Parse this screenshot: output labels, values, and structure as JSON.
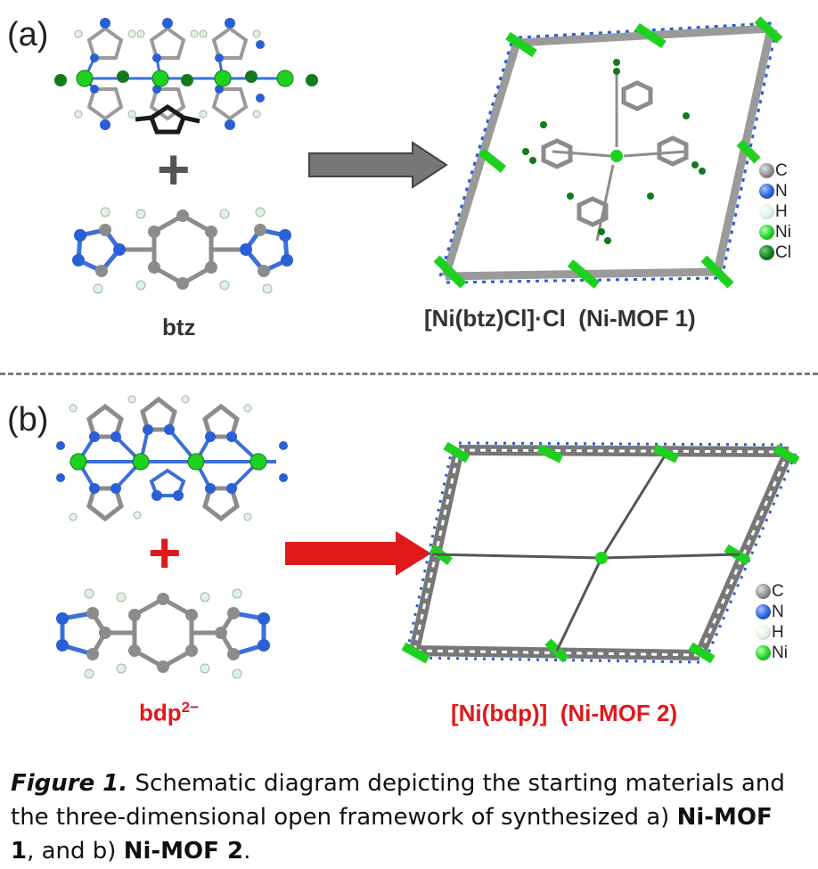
{
  "panel_a": {
    "label": "(a)",
    "plus": "+",
    "ligand": "btz",
    "product_formula": "[Ni(btz)Cl]·Cl",
    "product_name": "(Ni-MOF 1)",
    "arrow_color": "#777777",
    "legend": [
      {
        "symbol": "C",
        "color": "#8c8c8c"
      },
      {
        "symbol": "N",
        "color": "#2a5fd6"
      },
      {
        "symbol": "H",
        "color": "#dff2e3"
      },
      {
        "symbol": "Ni",
        "color": "#1fd11f"
      },
      {
        "symbol": "Cl",
        "color": "#137a1c"
      }
    ]
  },
  "panel_b": {
    "label": "(b)",
    "plus": "+",
    "ligand_base": "bdp",
    "ligand_charge": "2−",
    "product_formula": "[Ni(bdp)]",
    "product_name": "(Ni-MOF 2)",
    "accent_color": "#e0191b",
    "legend": [
      {
        "symbol": "C",
        "color": "#8c8c8c"
      },
      {
        "symbol": "N",
        "color": "#2a5fd6"
      },
      {
        "symbol": "H",
        "color": "#dff2e3"
      },
      {
        "symbol": "Ni",
        "color": "#1fd11f"
      }
    ]
  },
  "caption": {
    "figure_label": "Figure 1.",
    "text_1": " Schematic diagram depicting the starting materials and the three-dimensional open framework of synthesized a) ",
    "bold_1": "Ni-MOF 1",
    "text_2": ", and b) ",
    "bold_2": "Ni-MOF 2",
    "text_3": "."
  }
}
